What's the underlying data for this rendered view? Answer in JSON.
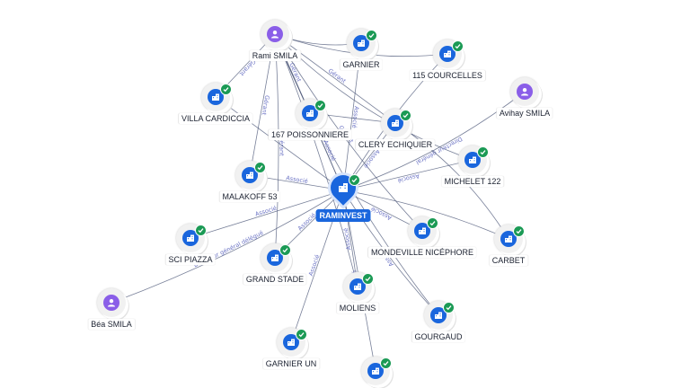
{
  "center": {
    "id": "raminvest",
    "label": "RAMINVEST",
    "icon": "company-icon",
    "verified": true
  },
  "nodes": [
    {
      "id": "rami",
      "label": "Rami SMILA",
      "kind": "person",
      "icon": "person-icon",
      "verified": false
    },
    {
      "id": "garnier",
      "label": "GARNIER",
      "kind": "company",
      "icon": "company-icon",
      "verified": true
    },
    {
      "id": "c115",
      "label": "115 COURCELLES",
      "kind": "company",
      "icon": "company-icon",
      "verified": true
    },
    {
      "id": "avihay",
      "label": "Avihay SMILA",
      "kind": "person",
      "icon": "person-icon",
      "verified": false
    },
    {
      "id": "villa",
      "label": "VILLA CARDICCIA",
      "kind": "company",
      "icon": "company-icon",
      "verified": true
    },
    {
      "id": "p167",
      "label": "167 POISSONNIERE",
      "kind": "company",
      "icon": "company-icon",
      "verified": true
    },
    {
      "id": "clery",
      "label": "CLERY ECHIQUIER",
      "kind": "company",
      "icon": "company-icon",
      "verified": true
    },
    {
      "id": "michelet",
      "label": "MICHELET 122",
      "kind": "company",
      "icon": "company-icon",
      "verified": true
    },
    {
      "id": "malakoff",
      "label": "MALAKOFF 53",
      "kind": "company",
      "icon": "company-icon",
      "verified": true
    },
    {
      "id": "mondeville",
      "label": "MONDEVILLE NICÉPHORE",
      "kind": "company",
      "icon": "company-icon",
      "verified": true
    },
    {
      "id": "carbet",
      "label": "CARBET",
      "kind": "company",
      "icon": "company-icon",
      "verified": true
    },
    {
      "id": "scipiazza",
      "label": "SCI PIAZZA",
      "kind": "company",
      "icon": "company-icon",
      "verified": true
    },
    {
      "id": "grandstade",
      "label": "GRAND STADE",
      "kind": "company",
      "icon": "company-icon",
      "verified": true
    },
    {
      "id": "moliens",
      "label": "MOLIENS",
      "kind": "company",
      "icon": "company-icon",
      "verified": true
    },
    {
      "id": "gourgaud",
      "label": "GOURGAUD",
      "kind": "company",
      "icon": "company-icon",
      "verified": true
    },
    {
      "id": "bea",
      "label": "Béa SMILA",
      "kind": "person",
      "icon": "person-icon",
      "verified": false
    },
    {
      "id": "garnierun",
      "label": "GARNIER UN",
      "kind": "company",
      "icon": "company-icon",
      "verified": true
    },
    {
      "id": "bottom",
      "label": "",
      "kind": "company",
      "icon": "company-icon",
      "verified": true
    }
  ],
  "edges": [
    {
      "from": "rami",
      "to": "raminvest",
      "label": "Gérant"
    },
    {
      "from": "rami",
      "to": "garnier",
      "label": ""
    },
    {
      "from": "rami",
      "to": "c115",
      "label": ""
    },
    {
      "from": "rami",
      "to": "villa",
      "label": "Gérant"
    },
    {
      "from": "rami",
      "to": "p167",
      "label": "Gérant"
    },
    {
      "from": "rami",
      "to": "clery",
      "label": "Gérant"
    },
    {
      "from": "rami",
      "to": "michelet",
      "label": ""
    },
    {
      "from": "rami",
      "to": "malakoff",
      "label": "Gérant"
    },
    {
      "from": "rami",
      "to": "mondeville",
      "label": "Gérant"
    },
    {
      "from": "rami",
      "to": "grandstade",
      "label": "Gérant"
    },
    {
      "from": "rami",
      "to": "gourgaud",
      "label": ""
    },
    {
      "from": "rami",
      "to": "moliens",
      "label": ""
    },
    {
      "from": "garnier",
      "to": "raminvest",
      "label": "Associé"
    },
    {
      "from": "c115",
      "to": "raminvest",
      "label": ""
    },
    {
      "from": "avihay",
      "to": "raminvest",
      "label": "Directeur général"
    },
    {
      "from": "villa",
      "to": "raminvest",
      "label": ""
    },
    {
      "from": "p167",
      "to": "raminvest",
      "label": "Associé"
    },
    {
      "from": "clery",
      "to": "raminvest",
      "label": "Associé"
    },
    {
      "from": "michelet",
      "to": "raminvest",
      "label": "Associé"
    },
    {
      "from": "malakoff",
      "to": "raminvest",
      "label": "Associé"
    },
    {
      "from": "mondeville",
      "to": "raminvest",
      "label": "Associé"
    },
    {
      "from": "carbet",
      "to": "raminvest",
      "label": ""
    },
    {
      "from": "scipiazza",
      "to": "raminvest",
      "label": "Associé"
    },
    {
      "from": "bea",
      "to": "raminvest",
      "label": "Directeur général délégué"
    },
    {
      "from": "grandstade",
      "to": "raminvest",
      "label": "Associé"
    },
    {
      "from": "moliens",
      "to": "raminvest",
      "label": "Associé"
    },
    {
      "from": "gourgaud",
      "to": "raminvest",
      "label": "Associé"
    },
    {
      "from": "garnierun",
      "to": "raminvest",
      "label": "Associé"
    },
    {
      "from": "bottom",
      "to": "raminvest",
      "label": "Associé"
    },
    {
      "from": "clery",
      "to": "carbet",
      "label": ""
    },
    {
      "from": "clery",
      "to": "p167",
      "label": ""
    }
  ]
}
